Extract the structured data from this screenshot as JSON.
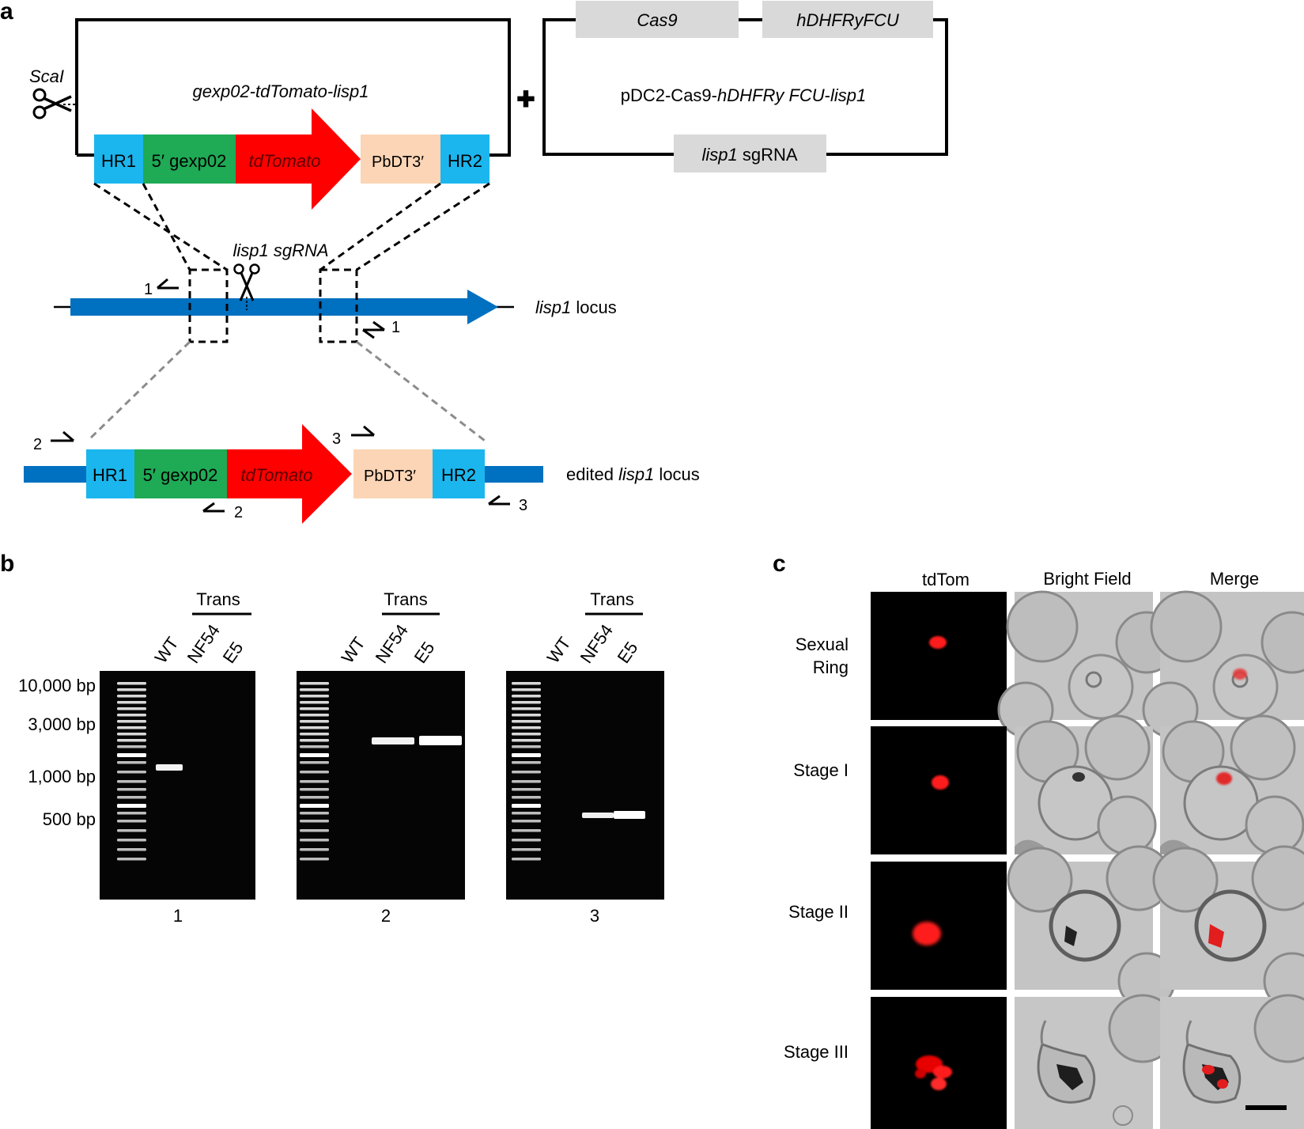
{
  "panel_labels": {
    "a": "a",
    "b": "b",
    "c": "c"
  },
  "colors": {
    "hr": "#1bb6ee",
    "gexp": "#1faa55",
    "tdtomato": "#ff0000",
    "pbdt": "#fbd5b5",
    "locus": "#0070c0",
    "plasmid_box": "#d9d9d9"
  },
  "panel_a": {
    "scai_label": "ScaI",
    "donor_title": "gexp02-tdTomato-lisp1",
    "donor_segments": {
      "hr1": "HR1",
      "gexp": "5′ gexp02",
      "tdtomato": "tdTomato",
      "pbdt": "PbDT3′",
      "hr2": "HR2"
    },
    "plus_sign": "✚",
    "cas9_box": "Cas9",
    "hdhfr_box": "hDHFRyFCU",
    "plasmid_name": {
      "prefix": "pDC2-Cas9-",
      "mid": "hDHFRy FCU",
      "dash": "-",
      "suffix": "lisp1"
    },
    "sgrna_box": {
      "gene": "lisp1",
      "rest": " sgRNA"
    },
    "sgrna_cut_label": "lisp1 sgRNA",
    "locus_label": {
      "gene": "lisp1",
      "rest": " locus"
    },
    "edited_locus_label": {
      "prefix": "edited ",
      "gene": "lisp1",
      "rest": " locus"
    },
    "primers": {
      "p1_fwd": "1",
      "p1_rev": "1",
      "p2_fwd": "2",
      "p2_rev": "2",
      "p3_fwd": "3",
      "p3_rev": "3"
    }
  },
  "panel_b": {
    "size_markers": [
      "10,000 bp",
      "3,000 bp",
      "1,000 bp",
      "500 bp"
    ],
    "gels": [
      {
        "id": "1",
        "trans_label": "Trans",
        "lanes": [
          "WT",
          "NF54",
          "E5"
        ],
        "bands": "WT"
      },
      {
        "id": "2",
        "trans_label": "Trans",
        "lanes": [
          "WT",
          "NF54",
          "E5"
        ],
        "bands": "NF54, E5"
      },
      {
        "id": "3",
        "trans_label": "Trans",
        "lanes": [
          "WT",
          "NF54",
          "E5"
        ],
        "bands": "NF54, E5"
      }
    ]
  },
  "panel_c": {
    "column_headers": [
      "tdTom",
      "Bright Field",
      "Merge"
    ],
    "rows": [
      {
        "label_line1": "Sexual",
        "label_line2": "Ring"
      },
      {
        "label_line1": "Stage I",
        "label_line2": ""
      },
      {
        "label_line1": "Stage II",
        "label_line2": ""
      },
      {
        "label_line1": "Stage III",
        "label_line2": ""
      }
    ]
  }
}
